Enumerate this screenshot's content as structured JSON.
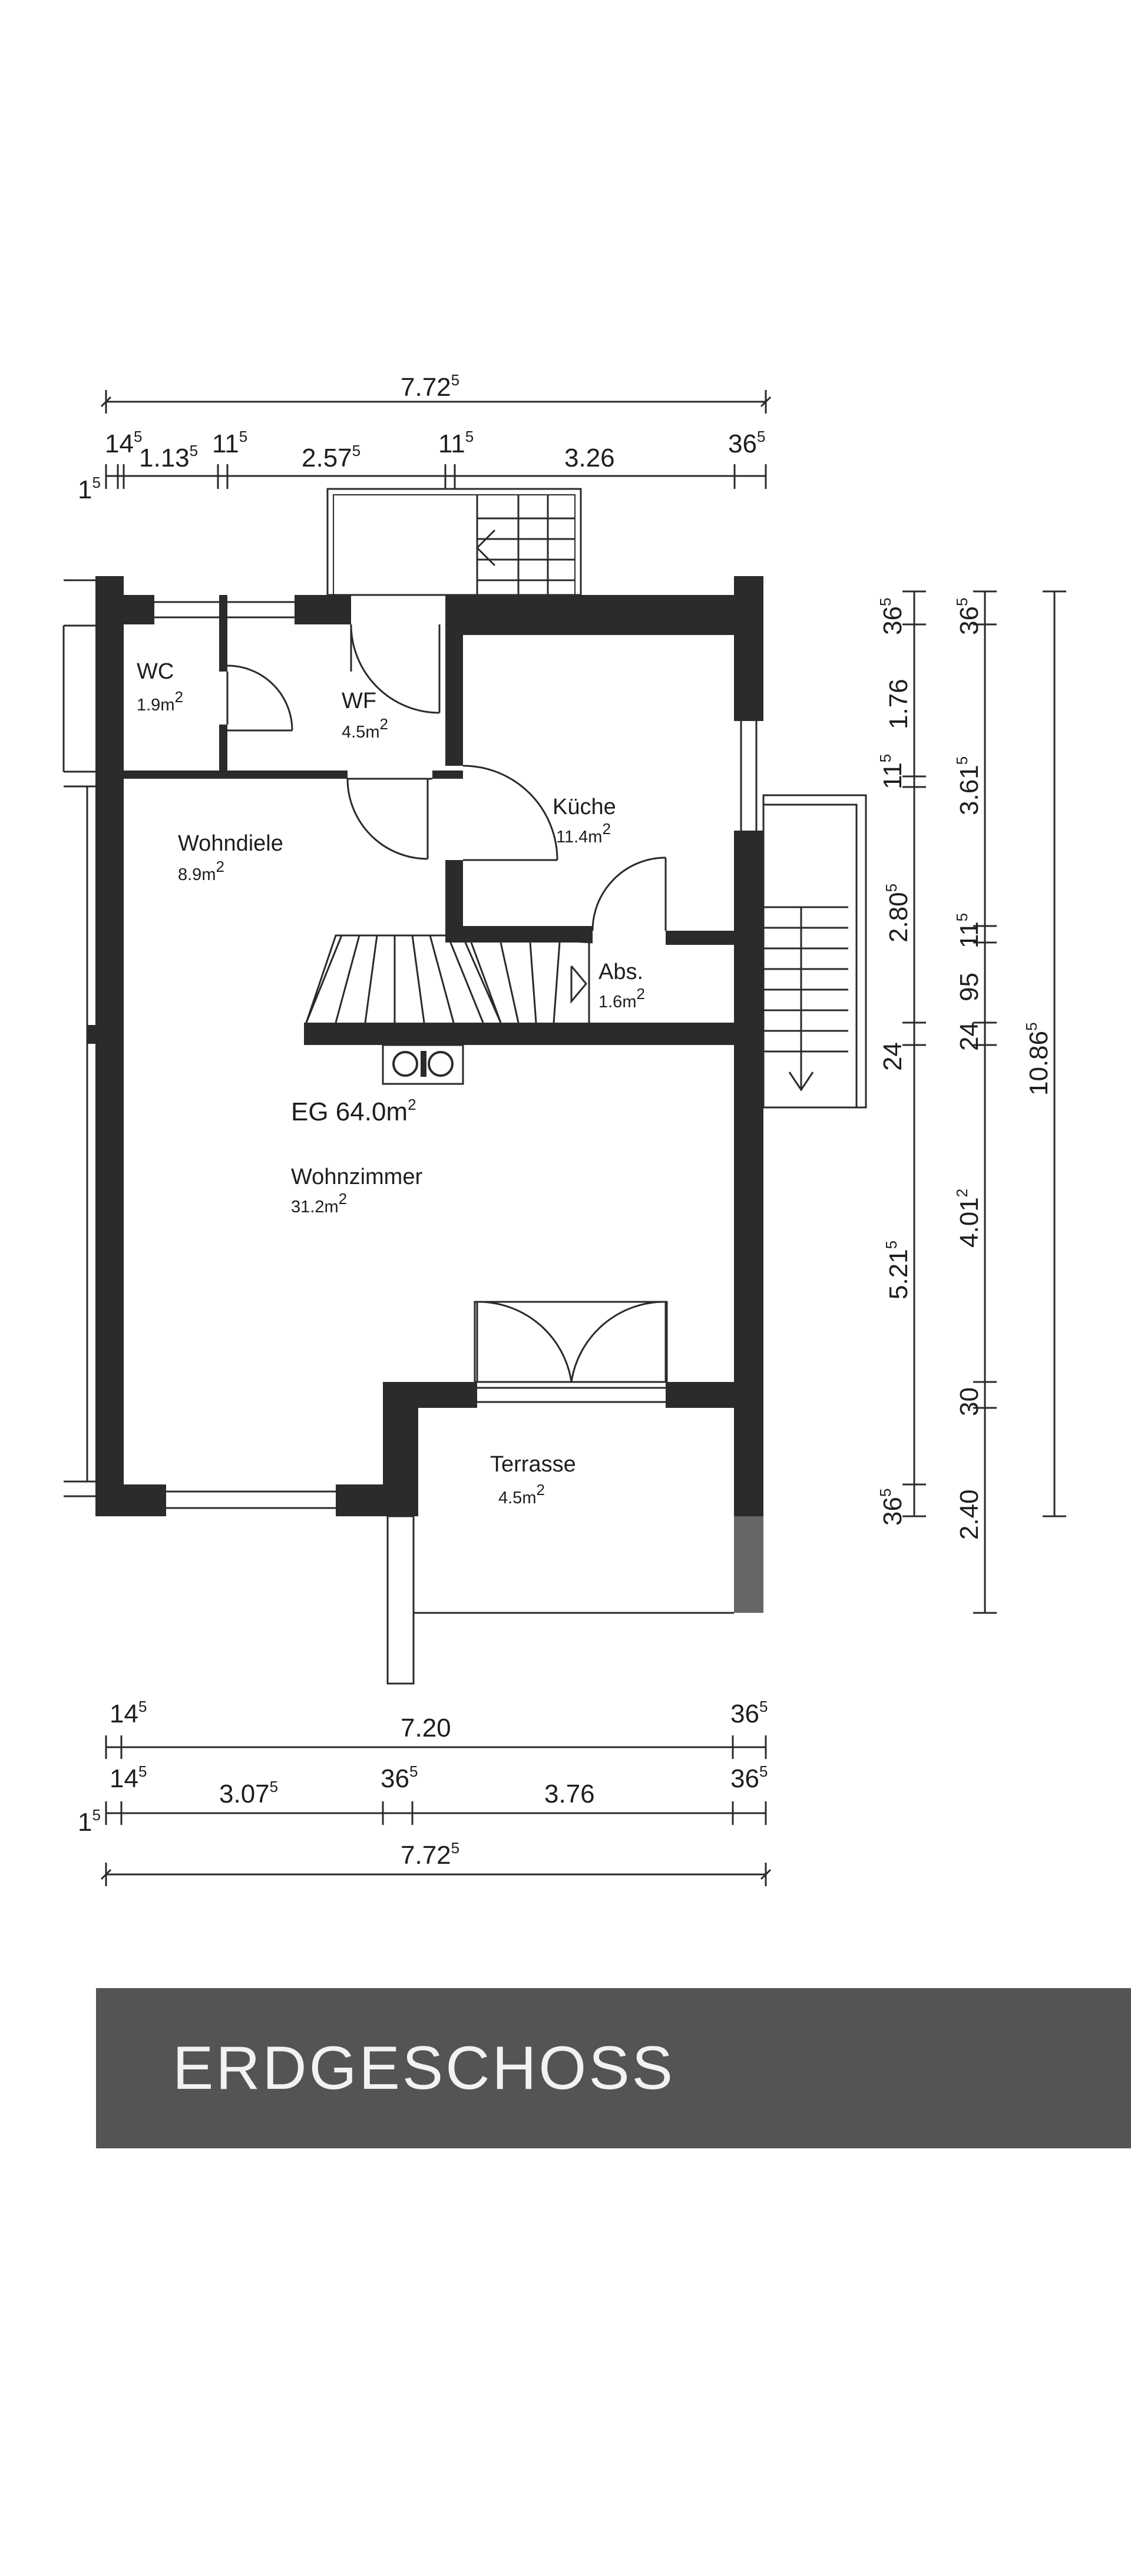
{
  "dimensions": {
    "top_total": {
      "value": "7.72",
      "sup": "5"
    },
    "top_row": [
      {
        "value": "14",
        "sup": "5"
      },
      {
        "value": "1.13",
        "sup": "5"
      },
      {
        "value": "11",
        "sup": "5"
      },
      {
        "value": "2.57",
        "sup": "5"
      },
      {
        "value": "11",
        "sup": "5"
      },
      {
        "value": "3.26",
        "sup": ""
      },
      {
        "value": "36",
        "sup": "5"
      }
    ],
    "top_small": {
      "value": "1",
      "sup": "5"
    },
    "right_inner": [
      {
        "value": "36",
        "sup": "5"
      },
      {
        "value": "1.76",
        "sup": ""
      },
      {
        "value": "11",
        "sup": "5"
      },
      {
        "value": "2.80",
        "sup": "5"
      },
      {
        "value": "24",
        "sup": ""
      },
      {
        "value": "5.21",
        "sup": "5"
      },
      {
        "value": "36",
        "sup": "5"
      }
    ],
    "right_middle": [
      {
        "value": "36",
        "sup": "5"
      },
      {
        "value": "3.61",
        "sup": "5"
      },
      {
        "value": "11",
        "sup": "5"
      },
      {
        "value": "95",
        "sup": ""
      },
      {
        "value": "24",
        "sup": ""
      },
      {
        "value": "4.01",
        "sup": "2"
      },
      {
        "value": "30",
        "sup": ""
      },
      {
        "value": "2.40",
        "sup": ""
      }
    ],
    "right_total": {
      "value": "10.86",
      "sup": "5"
    },
    "bottom_row1": [
      {
        "value": "14",
        "sup": "5"
      },
      {
        "value": "7.20",
        "sup": ""
      },
      {
        "value": "36",
        "sup": "5"
      }
    ],
    "bottom_row2": [
      {
        "value": "14",
        "sup": "5"
      },
      {
        "value": "3.07",
        "sup": "5"
      },
      {
        "value": "36",
        "sup": "5"
      },
      {
        "value": "3.76",
        "sup": ""
      },
      {
        "value": "36",
        "sup": "5"
      }
    ],
    "bottom_small": {
      "value": "1",
      "sup": "5"
    },
    "bottom_total": {
      "value": "7.72",
      "sup": "5"
    }
  },
  "rooms": [
    {
      "name": "WC",
      "area": "1.9m",
      "sup": "2"
    },
    {
      "name": "WF",
      "area": "4.5m",
      "sup": "2"
    },
    {
      "name": "Küche",
      "area": "11.4m",
      "sup": "2"
    },
    {
      "name": "Wohndiele",
      "area": "8.9m",
      "sup": "2"
    },
    {
      "name": "Abs.",
      "area": "1.6m",
      "sup": "2"
    },
    {
      "name": "Wohnzimmer",
      "area": "31.2m",
      "sup": "2"
    },
    {
      "name": "Terrasse",
      "area": "4.5m",
      "sup": "2"
    }
  ],
  "total_area": {
    "label": "EG 64.0m",
    "sup": "2"
  },
  "title": "ERDGESCHOSS"
}
